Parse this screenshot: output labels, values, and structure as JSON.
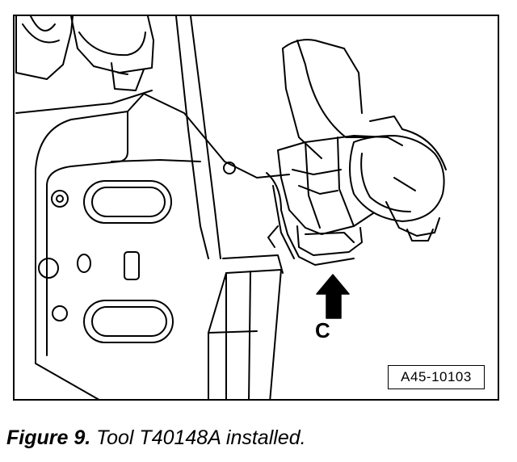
{
  "figure": {
    "callout": "C",
    "reference_code": "A45-10103",
    "caption_number": "Figure 9.",
    "caption_text": "Tool T40148A installed."
  }
}
